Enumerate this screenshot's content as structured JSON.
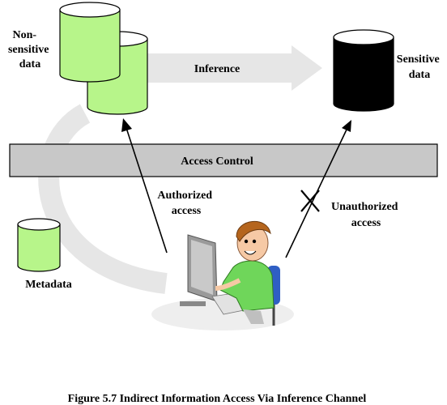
{
  "labels": {
    "nonsensitive": [
      "Non-",
      "sensitive",
      "data"
    ],
    "sensitive": [
      "Sensitive",
      "data"
    ],
    "inference": "Inference",
    "access_control": "Access Control",
    "authorized": [
      "Authorized",
      "access"
    ],
    "unauthorized": [
      "Unauthorized",
      "access"
    ],
    "metadata": "Metadata",
    "caption": "Figure 5.7  Indirect Information Access Via Inference Channel"
  },
  "colors": {
    "green_db": "#b7f58a",
    "black_db": "#000000",
    "arrow_gray": "#e6e6e6",
    "bar_gray": "#c8c8c8"
  }
}
